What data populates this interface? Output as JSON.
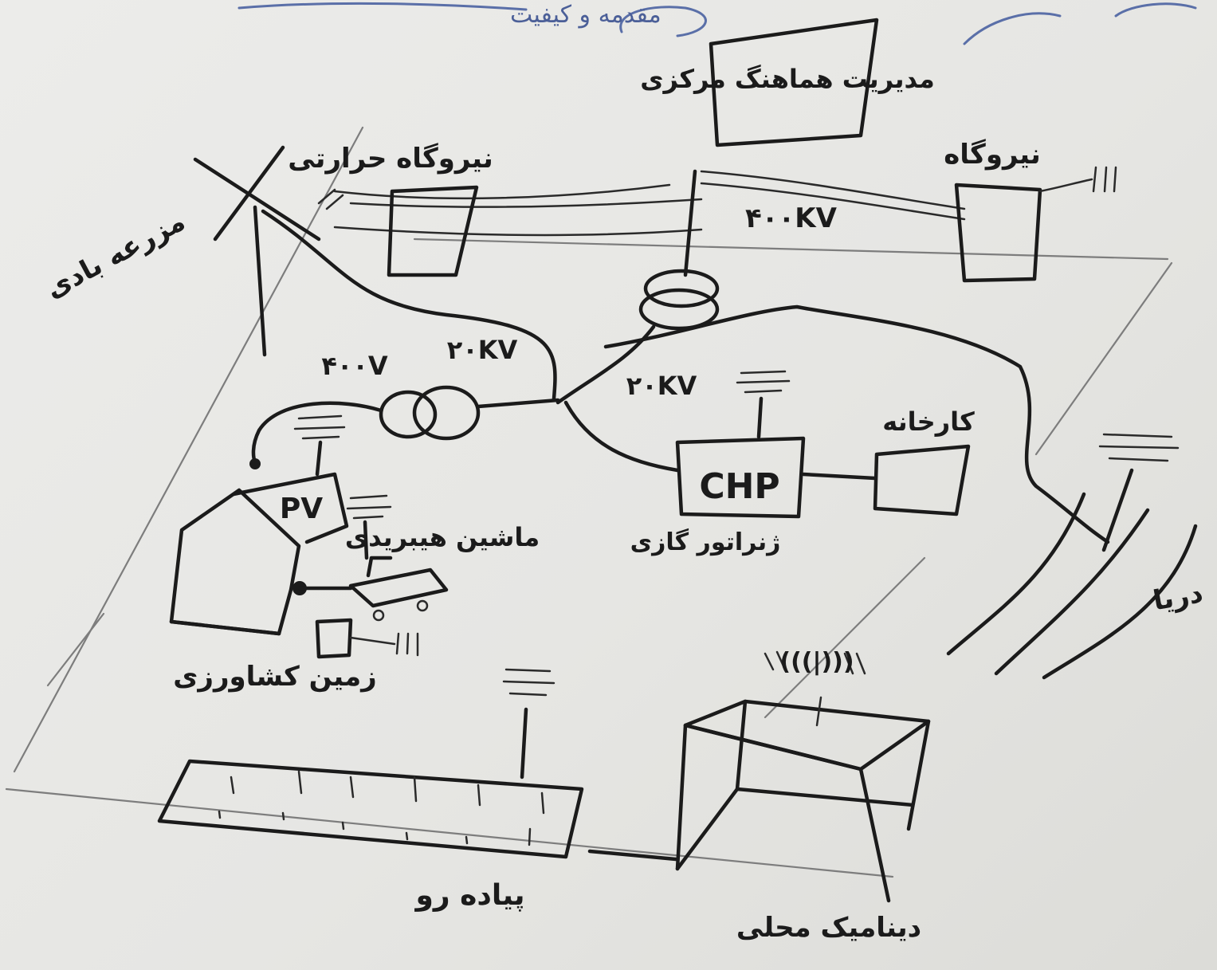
{
  "labels": {
    "central_control": "مدیریت هماهنگ مرکزی",
    "thermal_plant": "نیروگاه حرارتی",
    "power_plant": "نیروگاه",
    "wind_farm": "مزرعه بادی",
    "voltage_high": "۴۰۰KV",
    "voltage_lv_left": "۴۰۰V",
    "voltage_mid_left": "۲۰KV",
    "voltage_mid_right": "۲۰KV",
    "chp": "CHP",
    "chp_caption": "ژنراتور گازی",
    "factory": "کارخانه",
    "pv": "PV",
    "car": "ماشین هیبریدی",
    "farmland": "زمین کشاورزی",
    "sidewalk": "پیاده رو",
    "local_dynamic": "دینامیک محلی",
    "sea": "دریا",
    "top_note": "مقدمه و کیفیت"
  },
  "icons": [
    "wireless-signal-icon",
    "wind-turbine-icon",
    "transformer-icon",
    "house-icon"
  ]
}
